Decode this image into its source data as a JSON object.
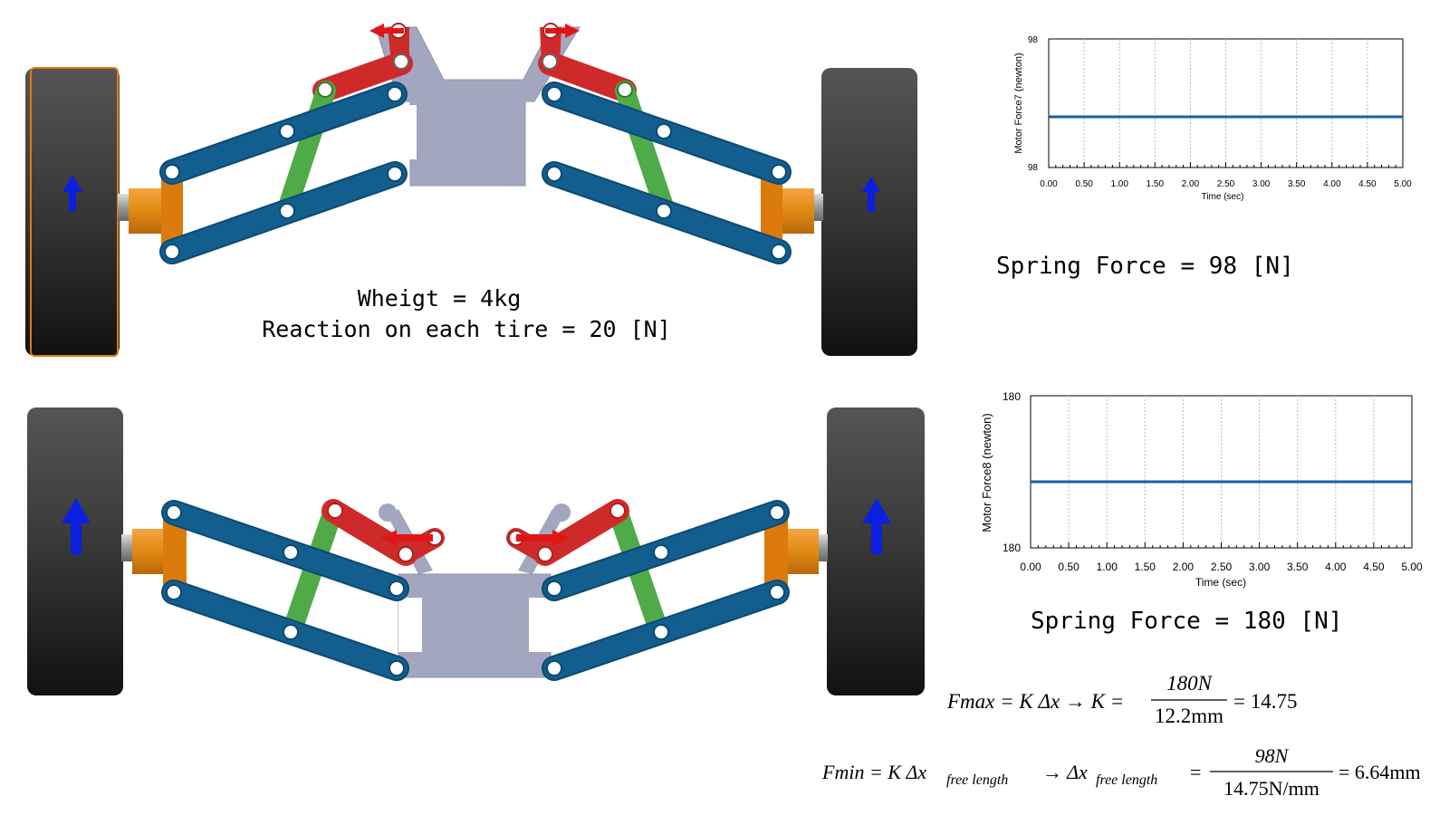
{
  "top_diagram": {
    "weight_label": "Wheigt = 4kg",
    "reaction_label": "Reaction on each tire = 20 [N]"
  },
  "top_result": {
    "spring_force_label": "Spring Force = 98 [N]"
  },
  "bottom_result": {
    "spring_force_label": "Spring Force = 180 [N]"
  },
  "equations": {
    "fmax": {
      "lhs": "Fmax = K Δx → K =",
      "numerator": "180N",
      "denominator": "12.2mm",
      "rhs": "= 14.75"
    },
    "fmin": {
      "lhs_a": "Fmin = K Δx",
      "sub1": "free length",
      "arrow": "→ Δx",
      "sub2": "free length",
      "eq": "=",
      "numerator": "98N",
      "denominator": "14.75N/mm",
      "rhs": "= 6.64mm"
    }
  },
  "colors": {
    "link_blue": "#115e8f",
    "spring_red": "#cf2a2a",
    "strut_green": "#4faa48",
    "hub_orange": "#db7b0d",
    "chassis_grey": "#a3a6bf",
    "tire_dark": "#2b2b2b",
    "arrow_blue": "#0b1fe0",
    "arrow_red": "#e01616",
    "plot_line": "#1a5fa8"
  },
  "chart_data": [
    {
      "type": "line",
      "ylabel": "Motor Force7 (newton)",
      "xlabel": "Time (sec)",
      "x_ticks": [
        "0.00",
        "0.50",
        "1.00",
        "1.50",
        "2.00",
        "2.50",
        "3.00",
        "3.50",
        "4.00",
        "4.50",
        "5.00"
      ],
      "y_ticks": [
        "98",
        "98"
      ],
      "xlim": [
        0,
        5
      ],
      "series": [
        {
          "x": [
            0,
            5
          ],
          "y": [
            98,
            98
          ]
        }
      ]
    },
    {
      "type": "line",
      "ylabel": "Motor Force8 (newton)",
      "xlabel": "Time (sec)",
      "x_ticks": [
        "0.00",
        "0.50",
        "1.00",
        "1.50",
        "2.00",
        "2.50",
        "3.00",
        "3.50",
        "4.00",
        "4.50",
        "5.00"
      ],
      "y_ticks": [
        "180",
        "180"
      ],
      "xlim": [
        0,
        5
      ],
      "series": [
        {
          "x": [
            0,
            5
          ],
          "y": [
            180,
            180
          ]
        }
      ]
    }
  ]
}
